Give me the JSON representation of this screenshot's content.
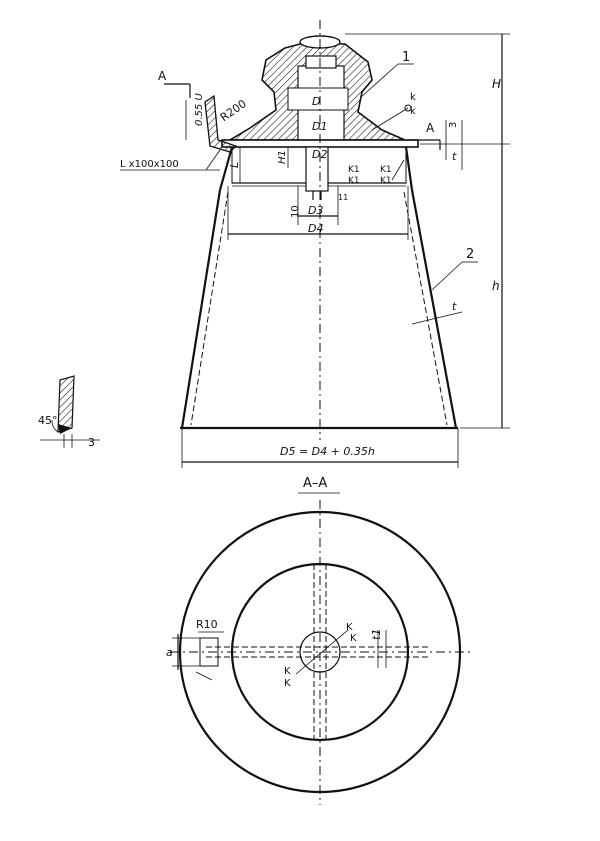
{
  "labels": {
    "section_mark": "A",
    "section_mark_right": "A",
    "radius_top": "R200",
    "dim_055": "0.55 U",
    "angle_profile": "L x100x100",
    "part_1": "1",
    "part_2": "2",
    "D": "D",
    "D1": "D1",
    "D2": "D2",
    "D3": "D3",
    "D4": "D4",
    "D5_formula": "D5 = D4 + 0.35h",
    "H": "H",
    "h": "h",
    "H1": "H1",
    "L": "L",
    "t": "t",
    "t_side": "t",
    "t1": "t1",
    "three_top": "3",
    "three_detail": "3",
    "ten": "10",
    "eleven": "11",
    "K1_a": "K1",
    "K1_b": "K1",
    "K1_c": "K1",
    "K1_d": "K1",
    "k_a": "k",
    "k_b": "k",
    "angle_45": "45°",
    "section_title": "A–A",
    "R10": "R10",
    "a": "a",
    "K_a": "K",
    "K_b": "K",
    "K_c": "K",
    "K_d": "K"
  },
  "colors": {
    "ink": "#111111",
    "hatch": "#222222",
    "paper": "#ffffff"
  }
}
